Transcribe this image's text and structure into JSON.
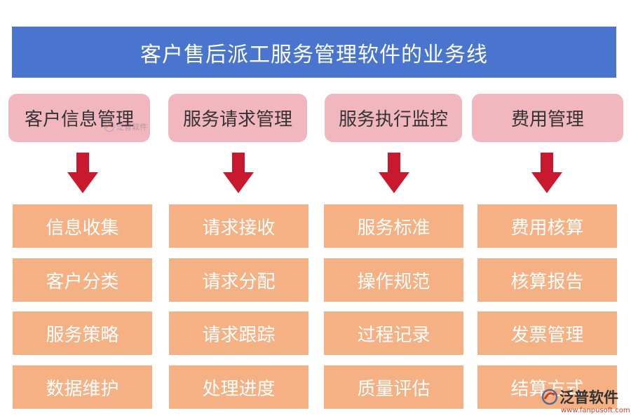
{
  "title": "客户售后派工服务管理软件的业务线",
  "columns": [
    {
      "header": "客户信息管理",
      "items": [
        "信息收集",
        "客户分类",
        "服务策略",
        "数据维护"
      ]
    },
    {
      "header": "服务请求管理",
      "items": [
        "请求接收",
        "请求分配",
        "请求跟踪",
        "处理进度"
      ]
    },
    {
      "header": "服务执行监控",
      "items": [
        "服务标准",
        "操作规范",
        "过程记录",
        "质量评估"
      ]
    },
    {
      "header": "费用管理",
      "items": [
        "费用核算",
        "核算报告",
        "发票管理",
        "结算方式"
      ]
    }
  ],
  "watermark": {
    "brand": "泛普软件",
    "url": "www.fanpusoft.com"
  },
  "colors": {
    "title_bg": "#4a75cf",
    "header_bg": "#f2b6bf",
    "item_bg": "#f5b183",
    "arrow": "#c8192e"
  }
}
